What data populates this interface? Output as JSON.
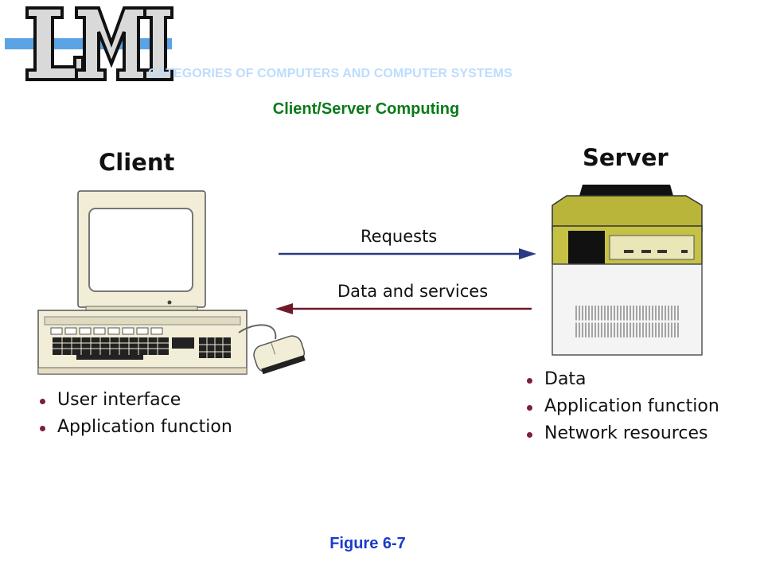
{
  "header": {
    "logo_text": "LMI",
    "banner": "CATEGORIES OF COMPUTERS AND COMPUTER SYSTEMS",
    "subtitle": "Client/Server Computing"
  },
  "client": {
    "heading": "Client",
    "bullets": [
      "User interface",
      "Application function"
    ]
  },
  "server": {
    "heading": "Server",
    "bullets": [
      "Data",
      "Application function",
      "Network resources"
    ]
  },
  "arrows": {
    "requests": "Requests",
    "data_services": "Data and services"
  },
  "caption": "Figure 6-7",
  "colors": {
    "requests_arrow": "#2b3a85",
    "data_arrow": "#6e1a2a",
    "server_body": "#b9b53a",
    "client_body": "#f1edd6",
    "subtitle": "#0a7a1a",
    "caption": "#1a3cc8",
    "banner": "#bcdcff"
  }
}
